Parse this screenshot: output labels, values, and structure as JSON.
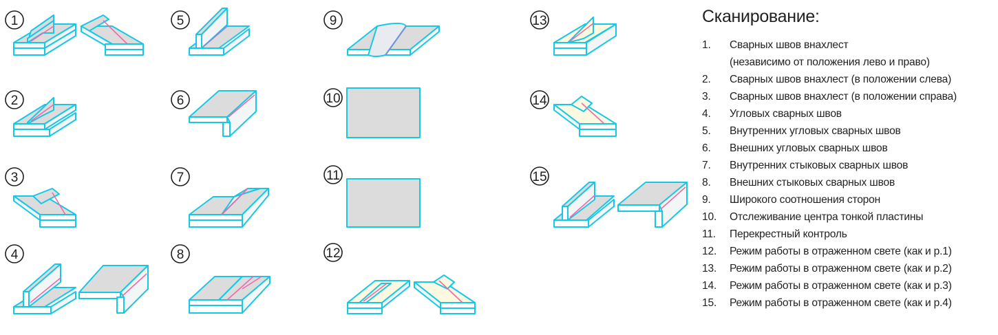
{
  "legend": {
    "title": "Сканирование:",
    "items": [
      {
        "num": "1.",
        "lines": [
          "Сварных швов внахлест",
          "(независимо от положения лево и право)"
        ]
      },
      {
        "num": "2.",
        "lines": [
          "Сварных швов внахлест (в положении слева)"
        ]
      },
      {
        "num": "3.",
        "lines": [
          "Сварных швов внахлест (в положении справа)"
        ]
      },
      {
        "num": "4.",
        "lines": [
          "Угловых сварных швов"
        ]
      },
      {
        "num": "5.",
        "lines": [
          "Внутренних угловых сварных швов"
        ]
      },
      {
        "num": "6.",
        "lines": [
          "Внешних угловых сварных швов"
        ]
      },
      {
        "num": "7.",
        "lines": [
          "Внутренних стыковых сварных швов"
        ]
      },
      {
        "num": "8.",
        "lines": [
          "Внешних стыковых сварных швов"
        ]
      },
      {
        "num": "9.",
        "lines": [
          "Широкого соотношения сторон"
        ]
      },
      {
        "num": "10.",
        "lines": [
          "Отслеживание центра тонкой пластины"
        ]
      },
      {
        "num": "11.",
        "lines": [
          "Перекрестный контроль"
        ]
      },
      {
        "num": "12.",
        "lines": [
          "Режим работы в отраженном свете (как и р.1)"
        ]
      },
      {
        "num": "13.",
        "lines": [
          "Режим работы в отраженном свете (как и р.2)"
        ]
      },
      {
        "num": "14.",
        "lines": [
          "Режим работы в отраженном свете (как и р.3)"
        ]
      },
      {
        "num": "15.",
        "lines": [
          "Режим работы в отраженном свете (как и р.4)"
        ]
      }
    ]
  },
  "badges": [
    "1",
    "2",
    "3",
    "4",
    "5",
    "6",
    "7",
    "8",
    "9",
    "10",
    "11",
    "12",
    "13",
    "14",
    "15"
  ],
  "colors": {
    "outline": "#17c7e6",
    "plate_fill": "#dcdcdc",
    "reflected_fill": "#fbf9df",
    "seam": "#f06aa8",
    "seam_alt": "#7c8fd8",
    "text": "#222222"
  }
}
